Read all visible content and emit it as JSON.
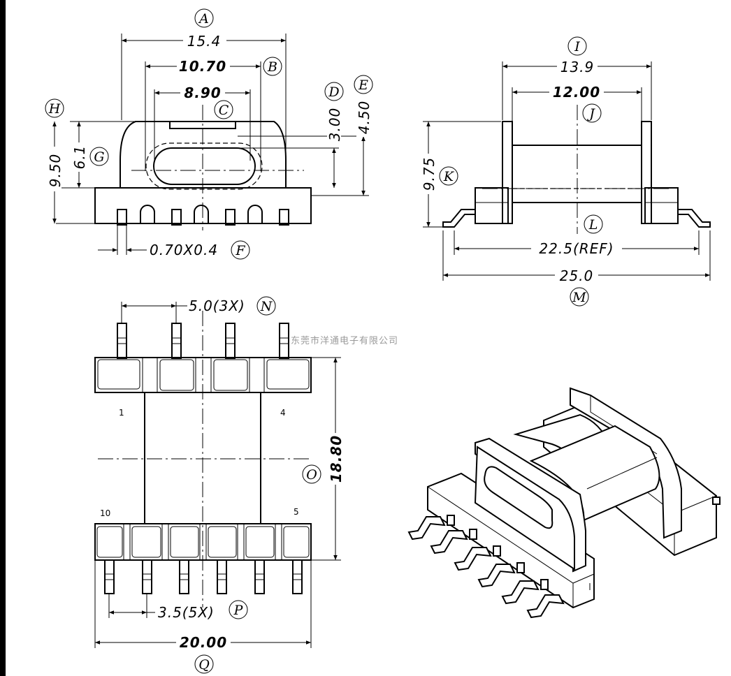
{
  "drawing": {
    "front_view": {
      "dim_A": "15.4",
      "dim_B": "10.70",
      "dim_C": "8.90",
      "dim_D": "3.00",
      "dim_E": "4.50",
      "dim_G": "6.1",
      "dim_H": "9.50",
      "dim_F": "0.70X0.4"
    },
    "side_view": {
      "dim_I": "13.9",
      "dim_J": "12.00",
      "dim_K": "9.75",
      "dim_L": "22.5(REF)",
      "dim_M": "25.0"
    },
    "bottom_view": {
      "dim_N": "5.0(3X)",
      "dim_O": "18.80",
      "dim_P": "3.5(5X)",
      "dim_Q": "20.00",
      "pin_labels": [
        "1",
        "4",
        "10",
        "5"
      ]
    },
    "callouts": [
      "A",
      "B",
      "C",
      "D",
      "E",
      "F",
      "G",
      "H",
      "I",
      "J",
      "K",
      "L",
      "M",
      "N",
      "O",
      "P",
      "Q"
    ],
    "watermark": "东莞市洋通电子有限公司"
  }
}
